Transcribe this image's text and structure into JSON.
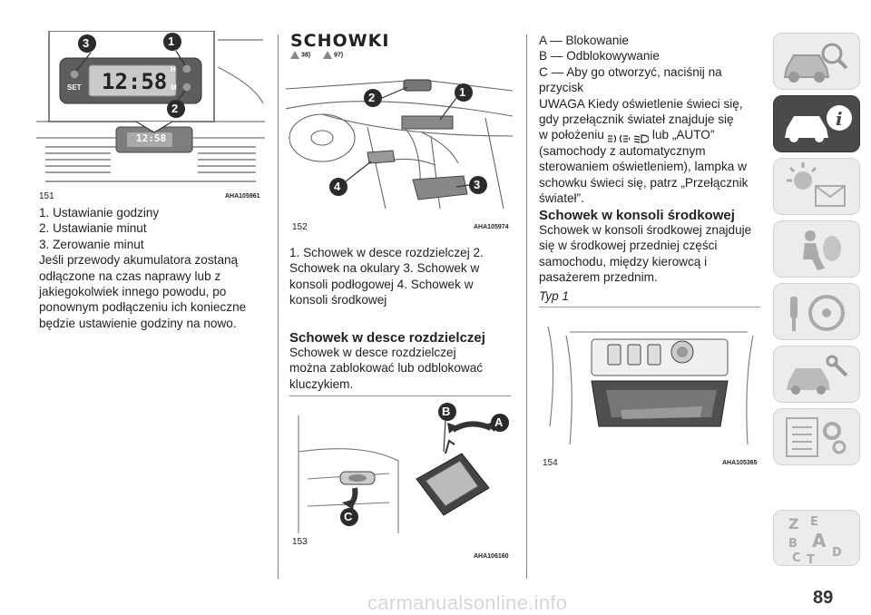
{
  "figures": {
    "f151": {
      "num": "151",
      "code": "AHA105961",
      "clock_time": "12:58",
      "clock_time_small": "12:58",
      "set_label": "SET",
      "h_label": "H",
      "m_label": "M",
      "callouts": [
        "3",
        "1",
        "2"
      ]
    },
    "f152": {
      "num": "152",
      "code": "AHA105974",
      "callouts": [
        "2",
        "1",
        "4",
        "3"
      ]
    },
    "f153": {
      "num": "153",
      "code": "AHA106160",
      "callouts": [
        "B",
        "A",
        "C"
      ]
    },
    "f154": {
      "num": "154",
      "code": "AHA105365"
    }
  },
  "left_col": {
    "items": [
      "1. Ustawianie godziny",
      "2. Ustawianie minut",
      "3. Zerowanie minut"
    ],
    "paragraph": [
      "Jeśli przewody akumulatora zostaną",
      "odłączone na czas naprawy lub z",
      "jakiegokolwiek innego powodu, po",
      "ponownym podłączeniu ich konieczne",
      "będzie ustawienie godziny na nowo."
    ]
  },
  "mid_col": {
    "title": "SCHOWKI",
    "refs": [
      "38)",
      "97)"
    ],
    "caption": [
      "1. Schowek w desce rozdzielczej 2.",
      "Schowek na okulary 3. Schowek w",
      "konsoli podłogowej 4. Schowek w",
      "konsoli środkowej"
    ],
    "subheading": "Schowek w desce rozdzielczej",
    "paragraph": [
      "Schowek w desce rozdzielczej",
      "można zablokować lub odblokować",
      "kluczykiem."
    ]
  },
  "right_col": {
    "lines_top": [
      "A — Blokowanie",
      "B — Odblokowywanie",
      "C — Aby go otworzyć, naciśnij na",
      "przycisk",
      "UWAGA Kiedy oświetlenie świeci się,",
      "gdy przełącznik świateł znajduje się"
    ],
    "line_symbols_prefix": "w położeniu",
    "line_symbols_sep": ",",
    "line_symbols_suffix": "lub „AUTO”",
    "lines_rest": [
      "(samochody z automatycznym",
      "sterowaniem oświetleniem), lampka w",
      "schowku świeci się, patrz „Przełącznik",
      "świateł”."
    ],
    "subheading": "Schowek w konsoli środkowej",
    "paragraph": [
      "Schowek w konsoli środkowej znajduje",
      "się w środkowej przedniej części",
      "samochodu, między kierowcą i",
      "pasażerem przednim."
    ],
    "type_label": "Typ 1"
  },
  "page_number": "89",
  "watermark": "carmanualsonline.info",
  "colors": {
    "accent_tab": "#4a4a4a",
    "tab_bg": "#ececec",
    "rule": "#999999"
  },
  "side_tabs": [
    "car-search-icon",
    "car-info-icon",
    "warning-lights-icon",
    "airbag-person-icon",
    "steering-key-icon",
    "car-wrench-icon",
    "settings-list-icon",
    "alphabet-index-icon"
  ]
}
